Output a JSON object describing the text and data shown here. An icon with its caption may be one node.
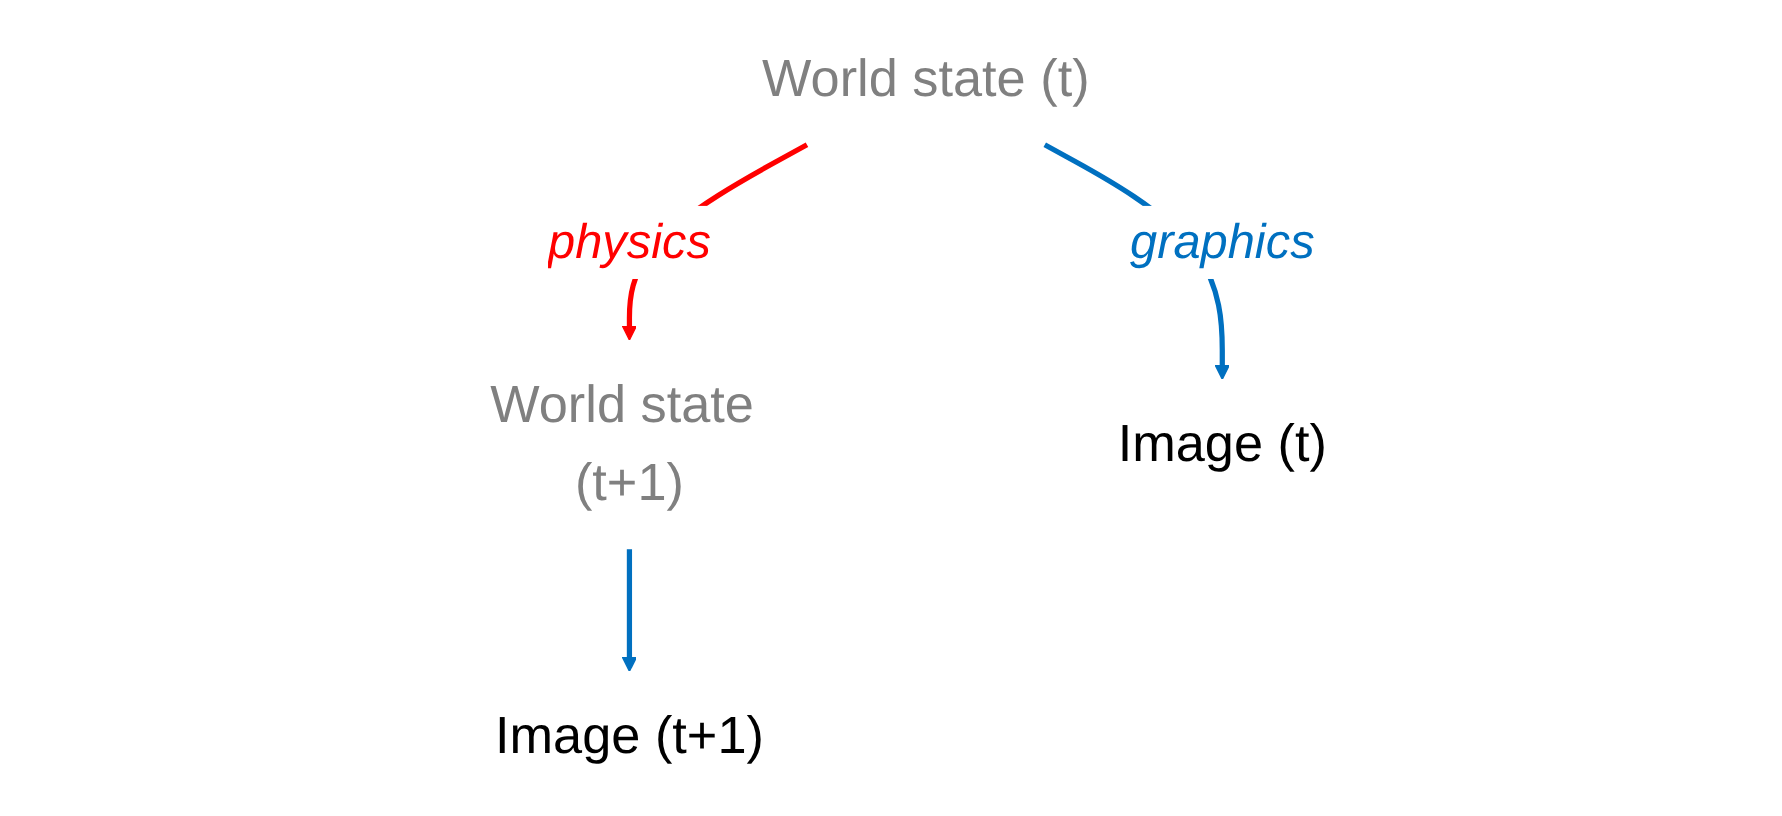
{
  "diagram": {
    "nodes": [
      {
        "text": [
          "World state (t)"
        ]
      },
      {
        "text": [
          "World state (t+1)"
        ]
      },
      {
        "text": [
          "Image (t)"
        ]
      },
      {
        "text": [
          "Image (t+1)"
        ]
      }
    ],
    "edges": [
      {
        "from": 0,
        "to": 1,
        "arrow": "to",
        "label": "physics",
        "color": "#ff0000"
      },
      {
        "from": 0,
        "to": 2,
        "arrow": "to",
        "label": "graphics"
      },
      {
        "from": 1,
        "to": 3,
        "arrow": "to"
      }
    ]
  }
}
